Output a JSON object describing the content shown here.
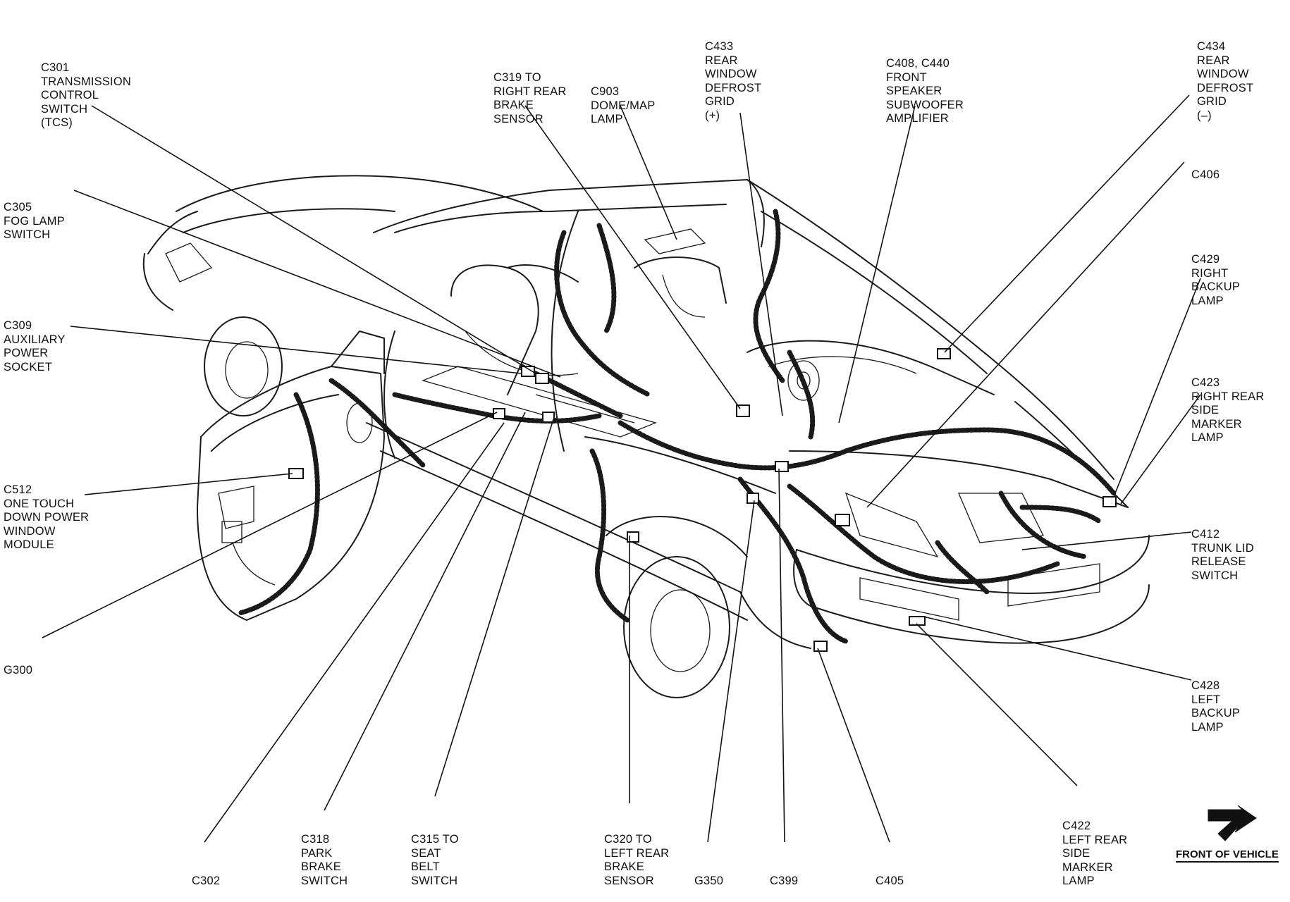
{
  "labels": [
    {
      "id": "c301",
      "lines": [
        "C301",
        "TRANSMISSION",
        "CONTROL",
        "SWITCH",
        "(TCS)"
      ]
    },
    {
      "id": "c305",
      "lines": [
        "C305",
        "FOG LAMP",
        "SWITCH"
      ]
    },
    {
      "id": "c309",
      "lines": [
        "C309",
        "AUXILIARY",
        "POWER",
        "SOCKET"
      ]
    },
    {
      "id": "c512",
      "lines": [
        "C512",
        "ONE TOUCH",
        "DOWN POWER",
        "WINDOW",
        "MODULE"
      ]
    },
    {
      "id": "g300",
      "lines": [
        "G300"
      ]
    },
    {
      "id": "c302",
      "lines": [
        "C302"
      ]
    },
    {
      "id": "c318",
      "lines": [
        "C318",
        "PARK",
        "BRAKE",
        "SWITCH"
      ]
    },
    {
      "id": "c315",
      "lines": [
        "C315 TO",
        "SEAT",
        "BELT",
        "SWITCH"
      ]
    },
    {
      "id": "c320",
      "lines": [
        "C320 TO",
        "LEFT REAR",
        "BRAKE",
        "SENSOR"
      ]
    },
    {
      "id": "g350",
      "lines": [
        "G350"
      ]
    },
    {
      "id": "c399",
      "lines": [
        "C399"
      ]
    },
    {
      "id": "c405",
      "lines": [
        "C405"
      ]
    },
    {
      "id": "c422",
      "lines": [
        "C422",
        "LEFT REAR",
        "SIDE",
        "MARKER",
        "LAMP"
      ]
    },
    {
      "id": "c319",
      "lines": [
        "C319 TO",
        "RIGHT REAR",
        "BRAKE",
        "SENSOR"
      ]
    },
    {
      "id": "c903",
      "lines": [
        "C903",
        "DOME/MAP",
        "LAMP"
      ]
    },
    {
      "id": "c433",
      "lines": [
        "C433",
        "REAR",
        "WINDOW",
        "DEFROST",
        "GRID",
        "(+)"
      ]
    },
    {
      "id": "c408",
      "lines": [
        "C408, C440",
        "FRONT",
        "SPEAKER",
        "SUBWOOFER",
        "AMPLIFIER"
      ]
    },
    {
      "id": "c434",
      "lines": [
        "C434",
        "REAR",
        "WINDOW",
        "DEFROST",
        "GRID",
        "(–)"
      ]
    },
    {
      "id": "c406",
      "lines": [
        "C406"
      ]
    },
    {
      "id": "c429",
      "lines": [
        "C429",
        "RIGHT",
        "BACKUP",
        "LAMP"
      ]
    },
    {
      "id": "c423",
      "lines": [
        "C423",
        "RIGHT REAR",
        "SIDE",
        "MARKER",
        "LAMP"
      ]
    },
    {
      "id": "c412",
      "lines": [
        "C412",
        "TRUNK LID",
        "RELEASE",
        "SWITCH"
      ]
    },
    {
      "id": "c428",
      "lines": [
        "C428",
        "LEFT",
        "BACKUP",
        "LAMP"
      ]
    }
  ],
  "front_of_vehicle": "FRONT OF VEHICLE",
  "icons": {
    "direction": "front-arrow-icon"
  }
}
